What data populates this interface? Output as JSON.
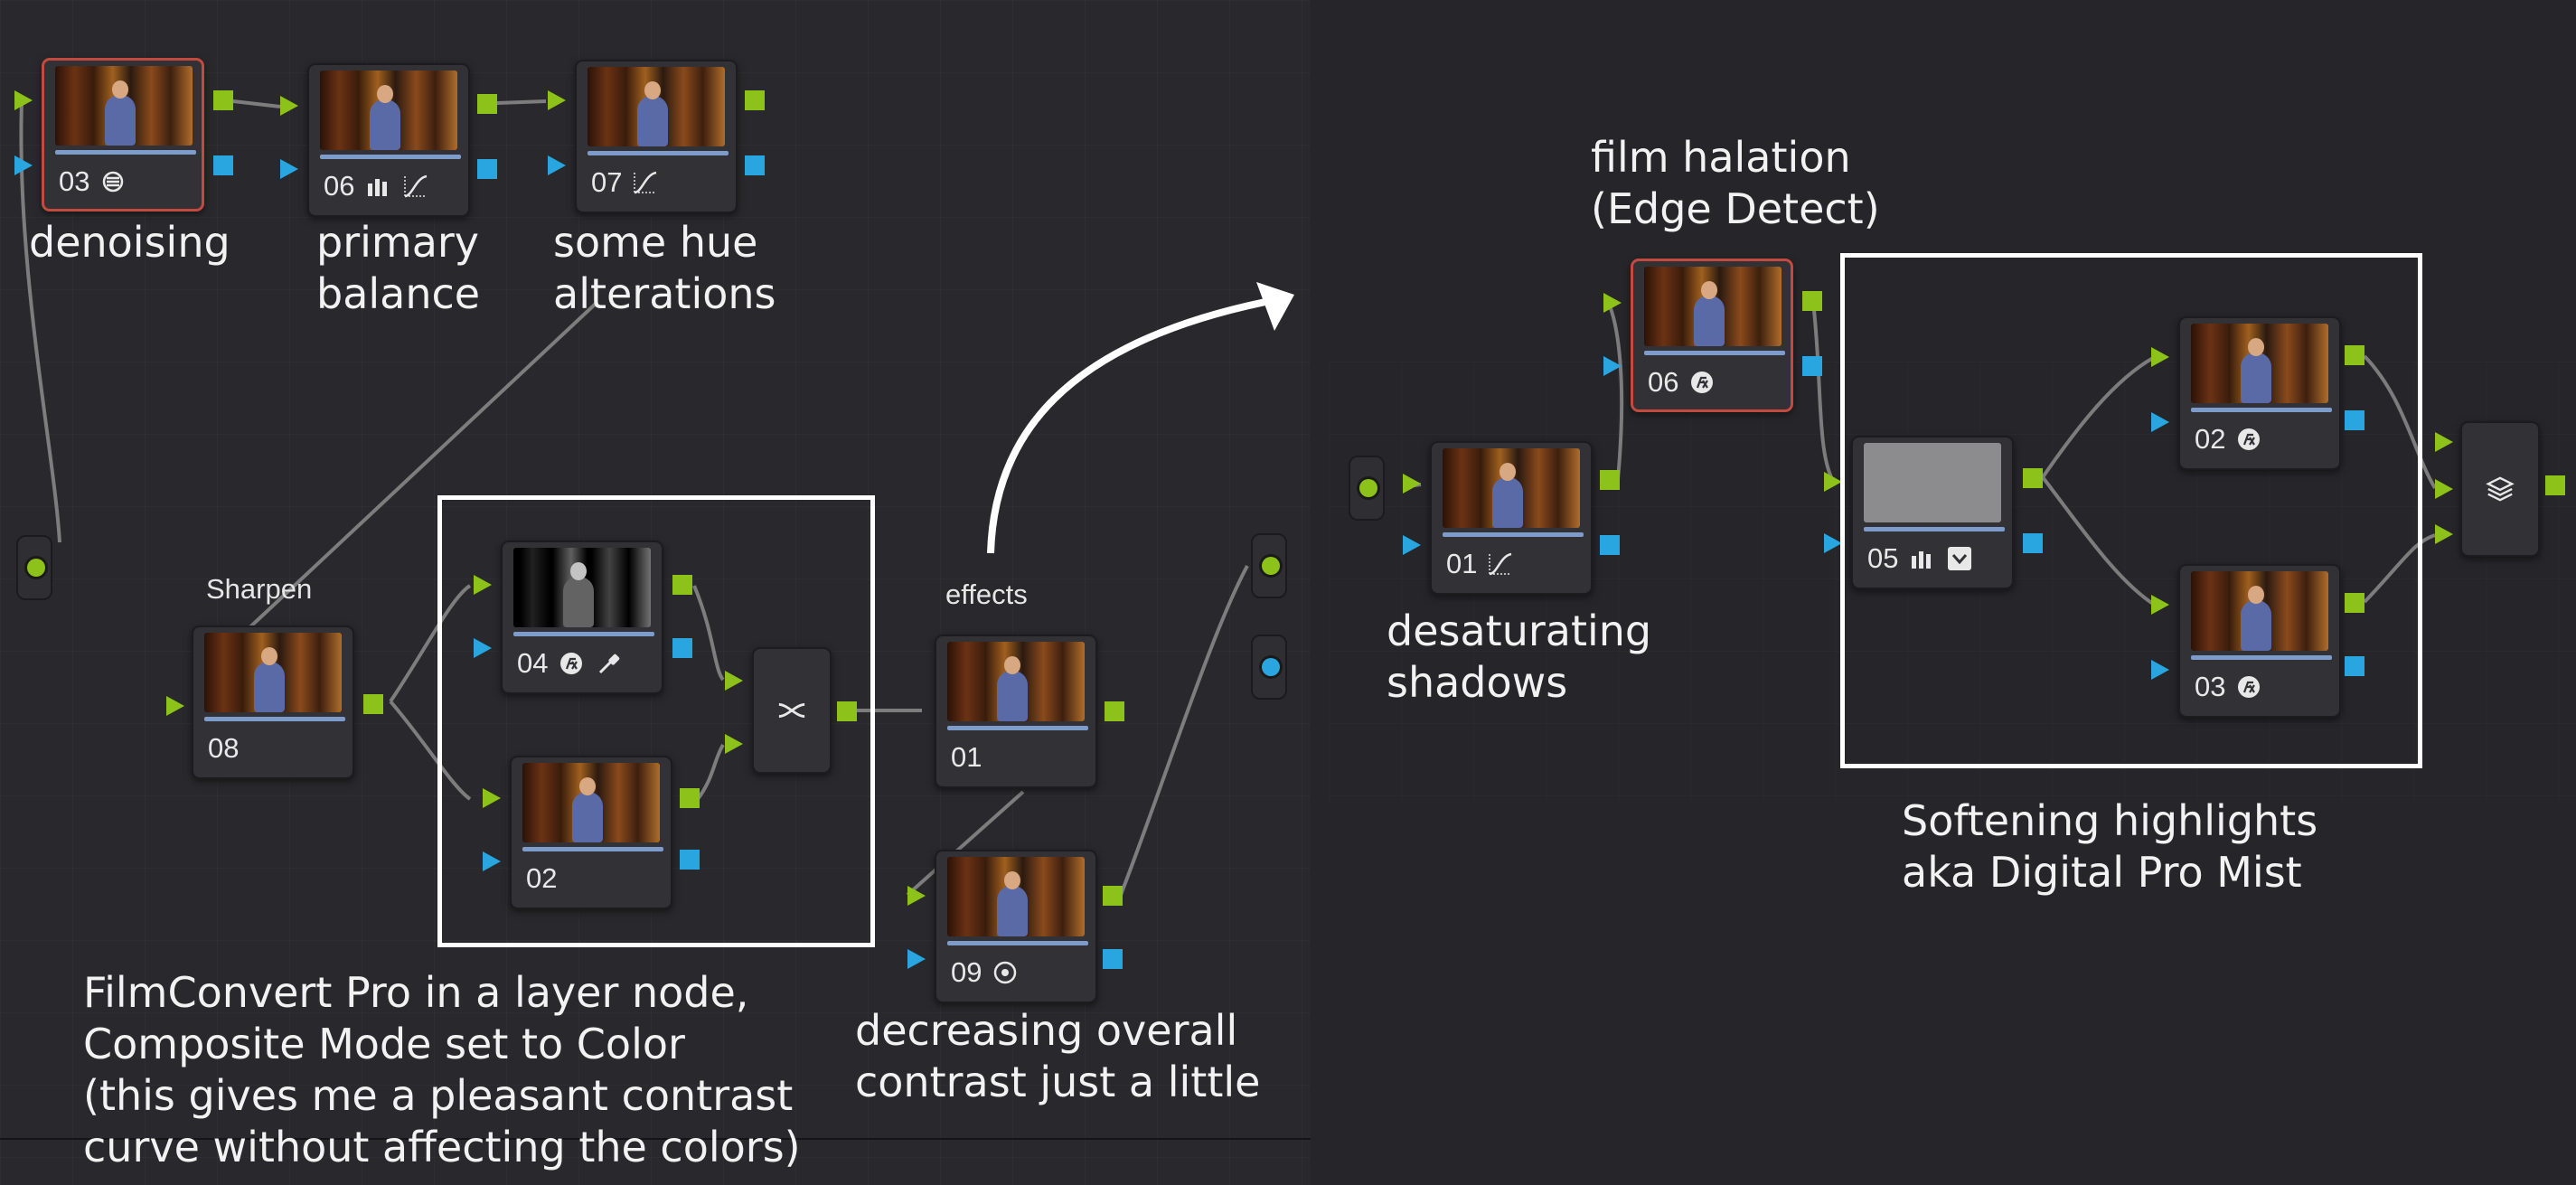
{
  "left_panel": {
    "nodes": [
      {
        "id": "03",
        "icons": [
          "denoise-icon"
        ],
        "selected": true
      },
      {
        "id": "06",
        "icons": [
          "bars-icon",
          "curves-icon"
        ],
        "selected": false
      },
      {
        "id": "07",
        "icons": [
          "curves-icon"
        ],
        "selected": false
      },
      {
        "id": "08",
        "icons": [],
        "selected": false,
        "title": "Sharpen"
      },
      {
        "id": "04",
        "icons": [
          "fx-icon",
          "eyedropper-icon"
        ],
        "selected": false
      },
      {
        "id": "02",
        "icons": [],
        "selected": false
      },
      {
        "id": "01",
        "icons": [],
        "selected": false,
        "title": "effects"
      },
      {
        "id": "09",
        "icons": [
          "circle-target-icon"
        ],
        "selected": false
      }
    ],
    "layer_mixer_icon": "layer-mixer-icon",
    "captions": {
      "denoising": "denoising",
      "primary_balance": "primary\nbalance",
      "hue_alterations": "some hue\nalterations",
      "filmconvert": "FilmConvert Pro in a layer node,\nComposite Mode set to Color\n(this gives me a pleasant contrast\ncurve without affecting the colors)",
      "contrast": "decreasing overall\ncontrast just a little"
    }
  },
  "right_panel": {
    "nodes": [
      {
        "id": "01",
        "icons": [
          "curves-icon"
        ],
        "selected": false
      },
      {
        "id": "06",
        "icons": [
          "fx-icon"
        ],
        "selected": true
      },
      {
        "id": "05",
        "icons": [
          "bars-icon",
          "dropdown-icon"
        ],
        "selected": false
      },
      {
        "id": "02",
        "icons": [
          "fx-icon"
        ],
        "selected": false
      },
      {
        "id": "03",
        "icons": [
          "fx-icon"
        ],
        "selected": false
      }
    ],
    "layer_mixer_icon": "layers-icon",
    "captions": {
      "halation": "film halation\n(Edge Detect)",
      "shadows": "desaturating\nshadows",
      "softening": "Softening highlights\naka Digital Pro Mist"
    }
  },
  "colors": {
    "rgb_port": "#8cc21a",
    "alpha_port": "#29a6e0",
    "selected_border": "#c24a3e",
    "annotation": "#ffffff"
  }
}
